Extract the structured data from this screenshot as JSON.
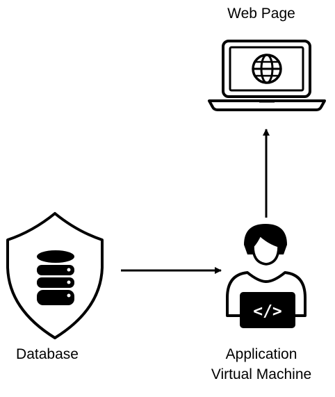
{
  "nodes": {
    "web_page": {
      "label": "Web Page",
      "icon": "laptop-globe-icon"
    },
    "database": {
      "label": "Database",
      "icon": "shield-database-icon"
    },
    "application": {
      "label_line1": "Application",
      "label_line2": "Virtual Machine",
      "icon": "developer-laptop-icon"
    }
  },
  "edges": [
    {
      "from": "database",
      "to": "application"
    },
    {
      "from": "application",
      "to": "web_page"
    }
  ],
  "colors": {
    "stroke": "#000000",
    "background": "#ffffff"
  }
}
